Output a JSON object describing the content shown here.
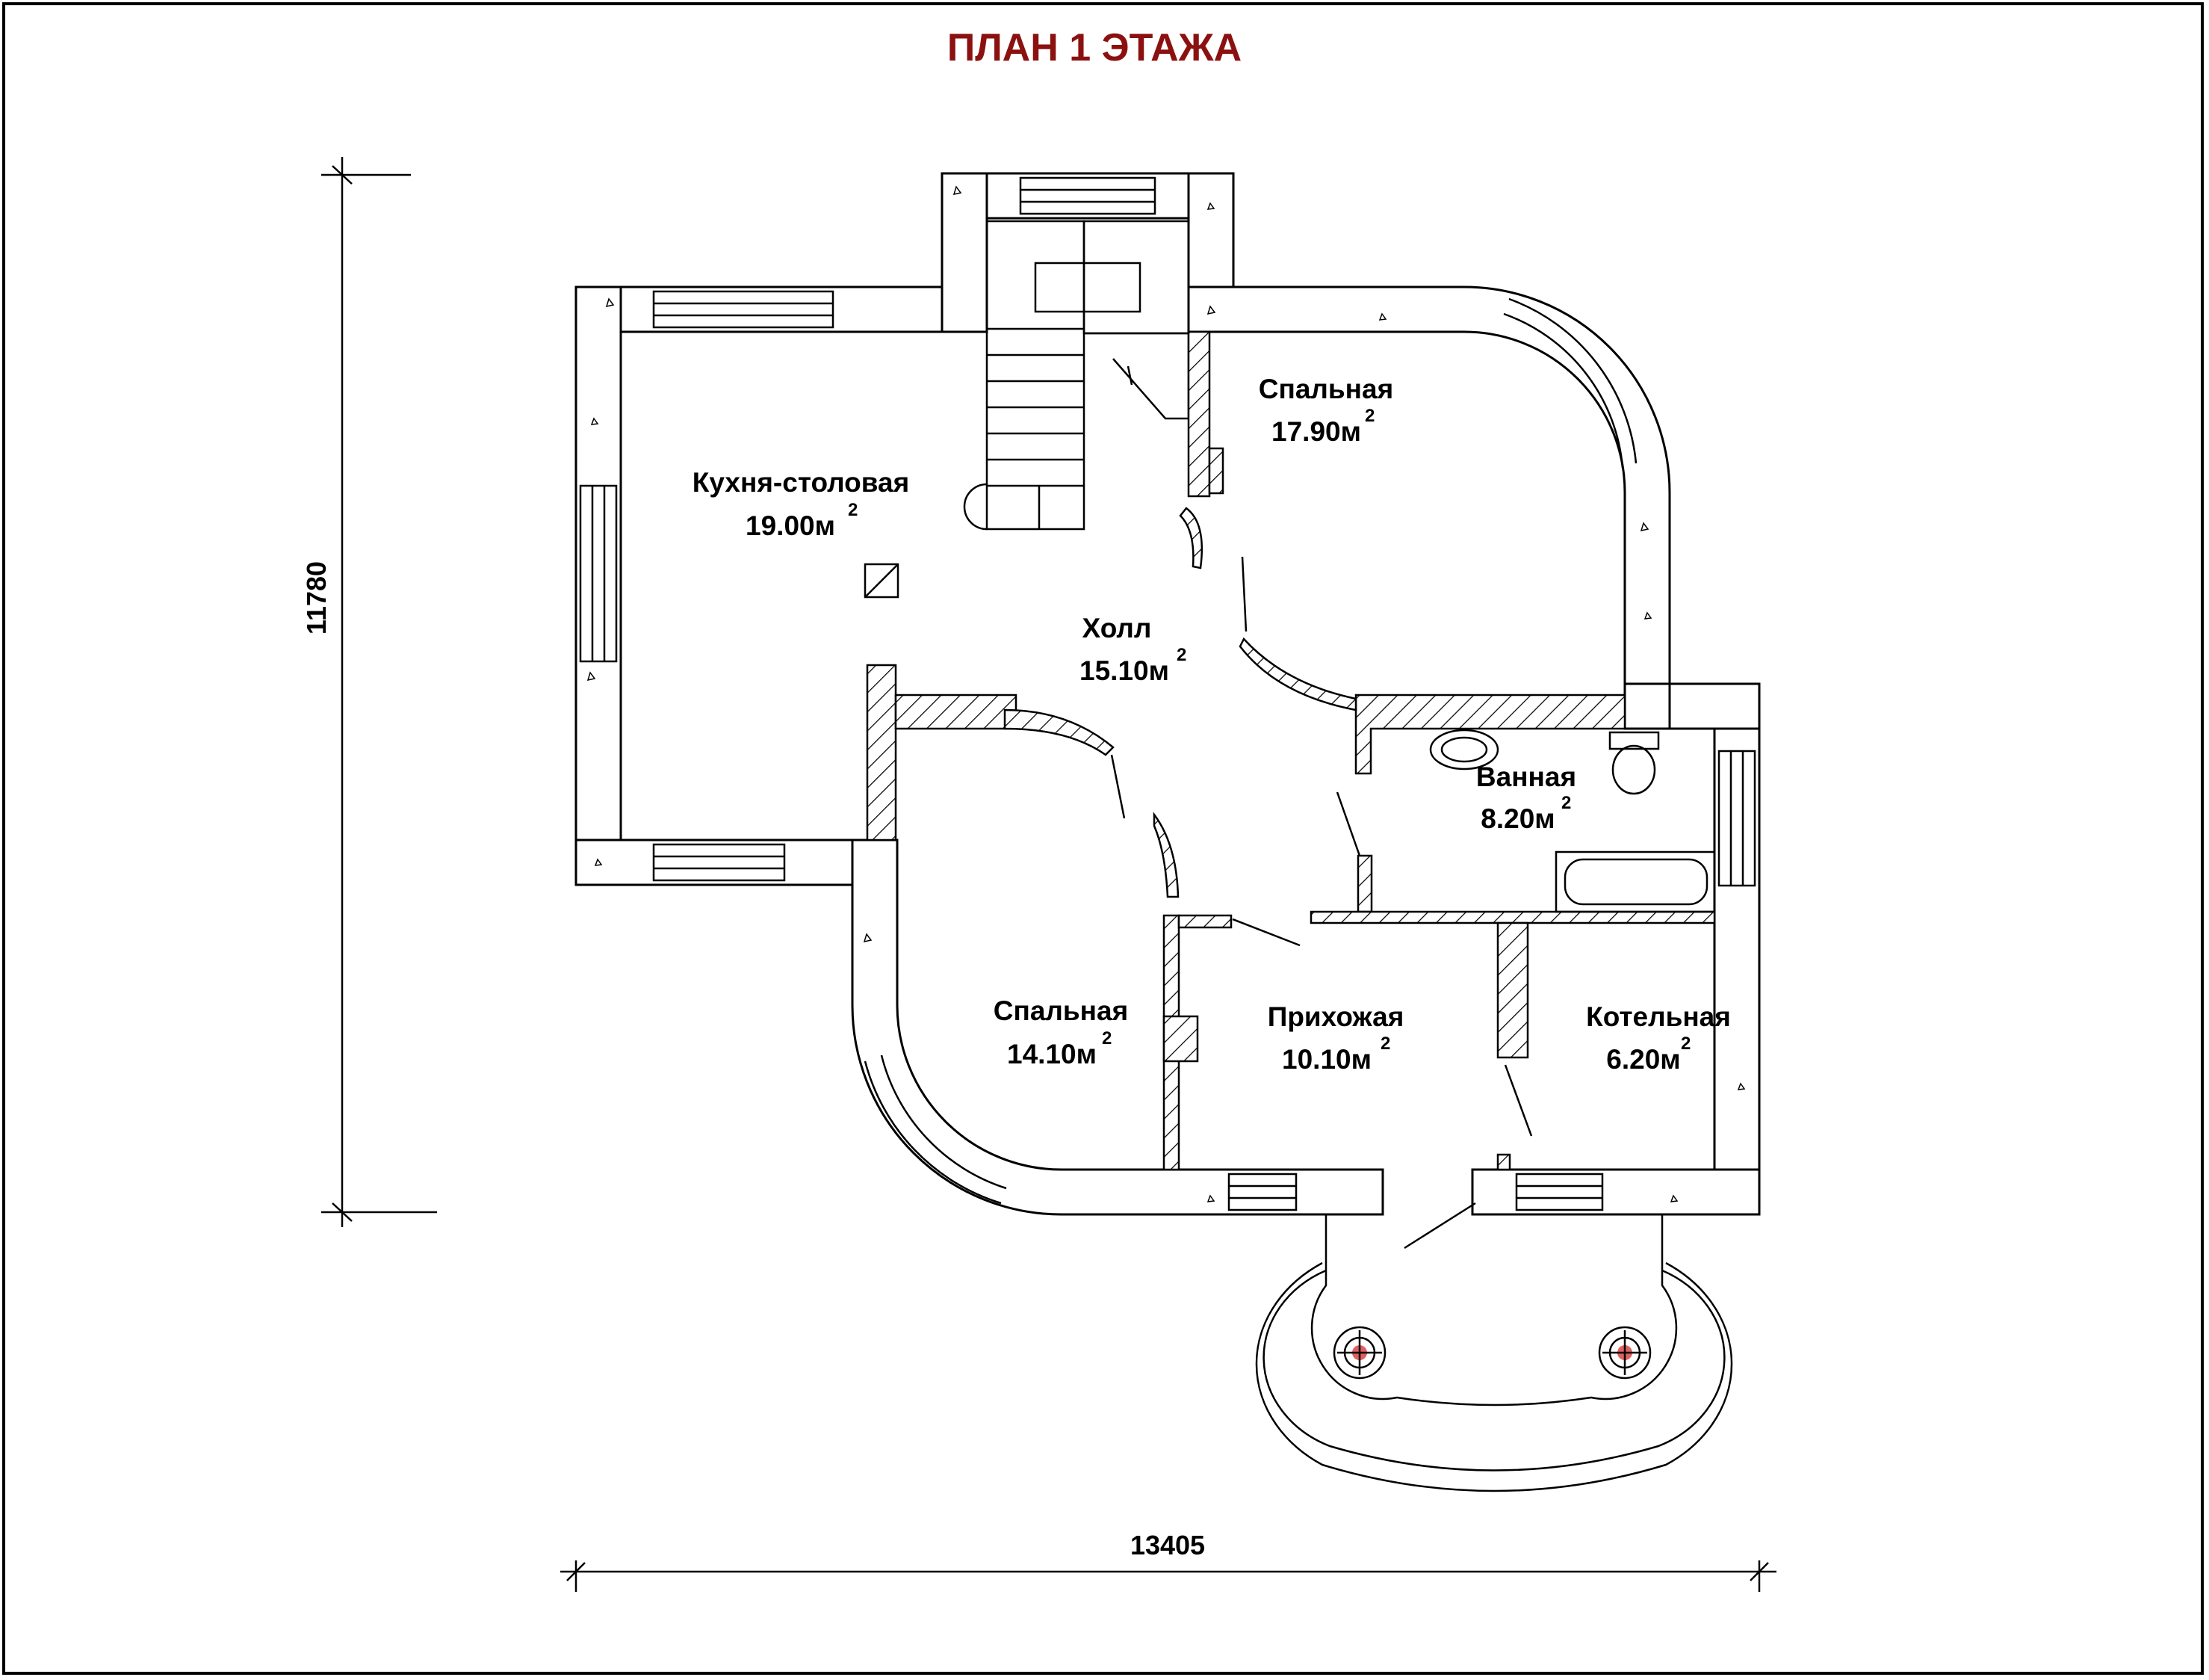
{
  "title": "ПЛАН 1 ЭТАЖА",
  "colors": {
    "title": "#8b1111",
    "lines": "#000000",
    "accent": "#e06060"
  },
  "dimensions": {
    "height": "11780",
    "width": "13405"
  },
  "rooms": {
    "kitchen": {
      "name": "Кухня-столовая",
      "area": "19.00м",
      "sup": "2"
    },
    "bedroom1": {
      "name": "Спальная",
      "area": "17.90м",
      "sup": "2"
    },
    "hall": {
      "name": "Холл",
      "area": "15.10м",
      "sup": "2"
    },
    "bathroom": {
      "name": "Ванная",
      "area": "8.20м",
      "sup": "2"
    },
    "bedroom2": {
      "name": "Спальная",
      "area": "14.10м",
      "sup": "2"
    },
    "entry": {
      "name": "Прихожая",
      "area": "10.10м",
      "sup": "2"
    },
    "boiler": {
      "name": "Котельная",
      "area": "6.20м",
      "sup": "2"
    }
  }
}
